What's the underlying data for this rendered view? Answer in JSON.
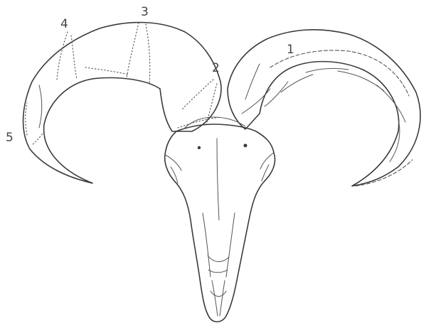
{
  "labels": {
    "n1": "1",
    "n2": "2",
    "n3": "3",
    "n4": "4",
    "n5": "5"
  },
  "colors": {
    "ink": "#3a3a3a",
    "background": "#ffffff"
  }
}
